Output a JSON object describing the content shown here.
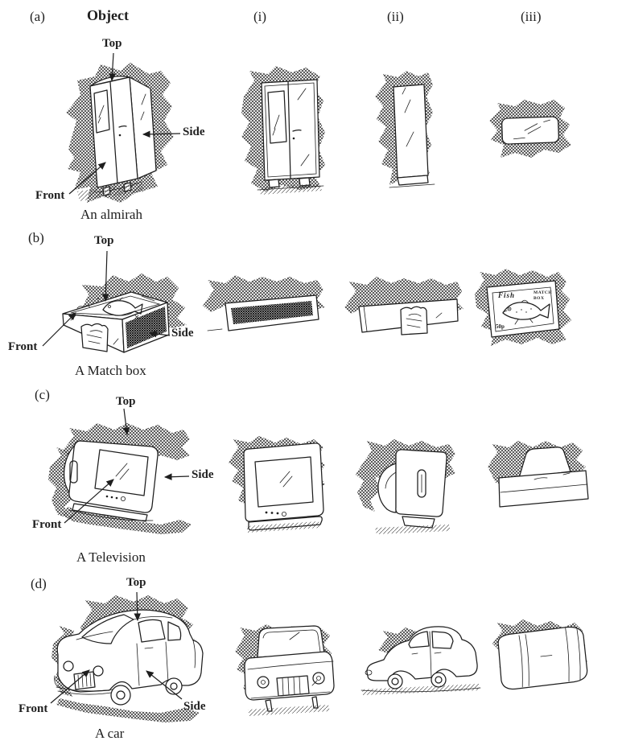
{
  "page": {
    "background": "#ffffff",
    "ink": "#1e1e1e"
  },
  "header": {
    "object_label": "Object",
    "col_i": "(i)",
    "col_ii": "(ii)",
    "col_iii": "(iii)"
  },
  "rows": [
    {
      "letter": "(a)",
      "caption": "An almirah",
      "labels": {
        "top": "Top",
        "side": "Side",
        "front": "Front"
      }
    },
    {
      "letter": "(b)",
      "caption": "A Match box",
      "labels": {
        "top": "Top",
        "side": "Side",
        "front": "Front"
      }
    },
    {
      "letter": "(c)",
      "caption": "A Television",
      "labels": {
        "top": "Top",
        "side": "Side",
        "front": "Front"
      }
    },
    {
      "letter": "(d)",
      "caption": "A car",
      "labels": {
        "top": "Top",
        "side": "Side",
        "front": "Front"
      }
    }
  ],
  "matchbox_label": {
    "brand": "Fish",
    "product": "MATCH BOX",
    "price": "50p"
  }
}
